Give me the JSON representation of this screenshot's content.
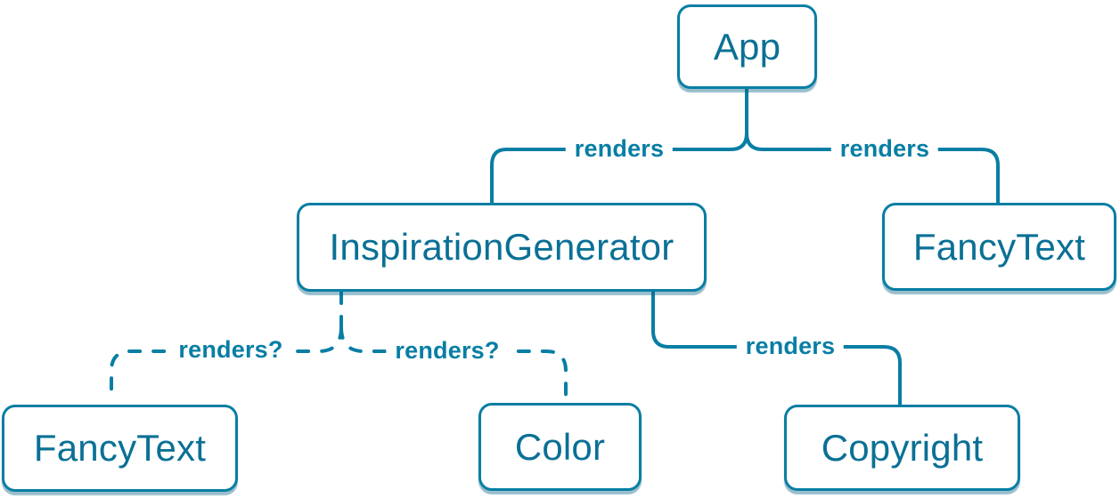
{
  "diagram": {
    "type": "component-render-tree",
    "colors": {
      "accent": "#087ea4",
      "node_fill": "#ffffff",
      "node_text": "#0b7095",
      "background": "#ffffff"
    },
    "nodes": [
      {
        "id": "app",
        "label": "App"
      },
      {
        "id": "inspiration-generator",
        "label": "InspirationGenerator"
      },
      {
        "id": "fancy-text-top",
        "label": "FancyText"
      },
      {
        "id": "fancy-text-bottom",
        "label": "FancyText"
      },
      {
        "id": "color",
        "label": "Color"
      },
      {
        "id": "copyright",
        "label": "Copyright"
      }
    ],
    "edges": [
      {
        "from": "App",
        "to": "InspirationGenerator",
        "label": "renders",
        "style": "solid"
      },
      {
        "from": "App",
        "to": "FancyText",
        "label": "renders",
        "style": "solid"
      },
      {
        "from": "InspirationGenerator",
        "to": "Copyright",
        "label": "renders",
        "style": "solid"
      },
      {
        "from": "InspirationGenerator",
        "to": "FancyText",
        "label": "renders?",
        "style": "dashed"
      },
      {
        "from": "InspirationGenerator",
        "to": "Color",
        "label": "renders?",
        "style": "dashed"
      }
    ]
  }
}
